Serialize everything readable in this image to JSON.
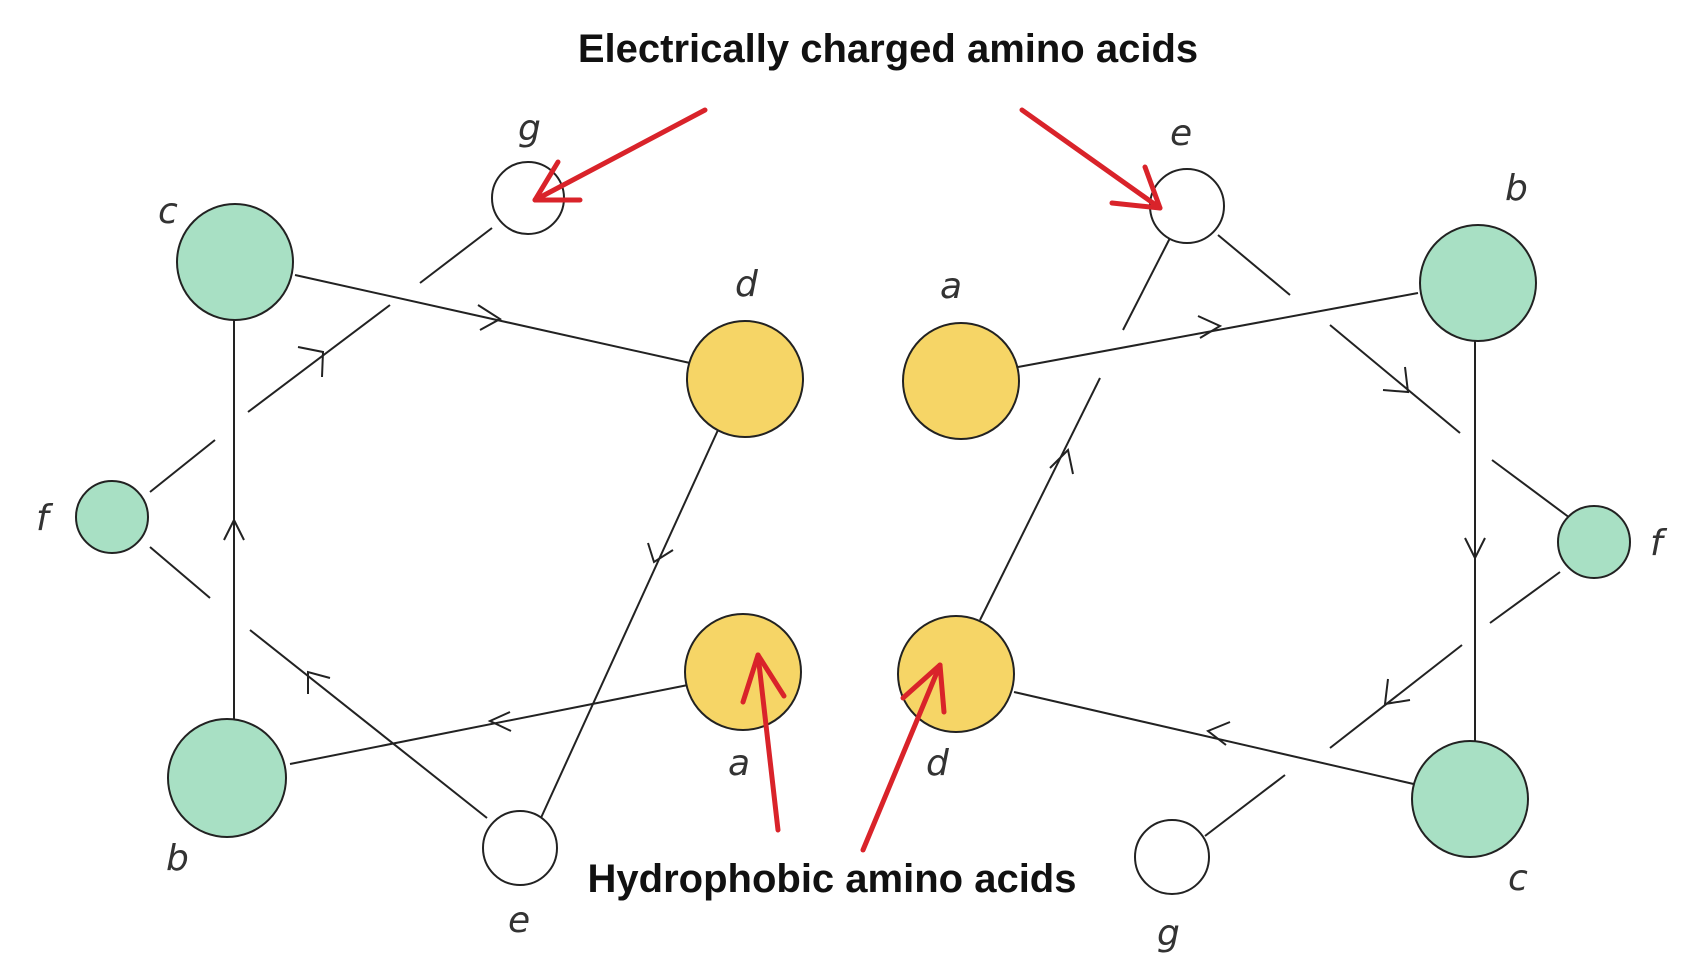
{
  "annotations": {
    "top": "Electrically charged amino acids",
    "bottom": "Hydrophobic amino acids"
  },
  "left_helix": {
    "c": "c",
    "g": "g",
    "d": "d",
    "f": "f",
    "a": "a",
    "b": "b",
    "e": "e"
  },
  "right_helix": {
    "e": "e",
    "b": "b",
    "a": "a",
    "f": "f",
    "d": "d",
    "c": "c",
    "g": "g"
  },
  "colors": {
    "hydrophobic": "#f6d566",
    "charged": "#ffffff",
    "other": "#a8e0c4",
    "arrow": "#d9232a"
  }
}
